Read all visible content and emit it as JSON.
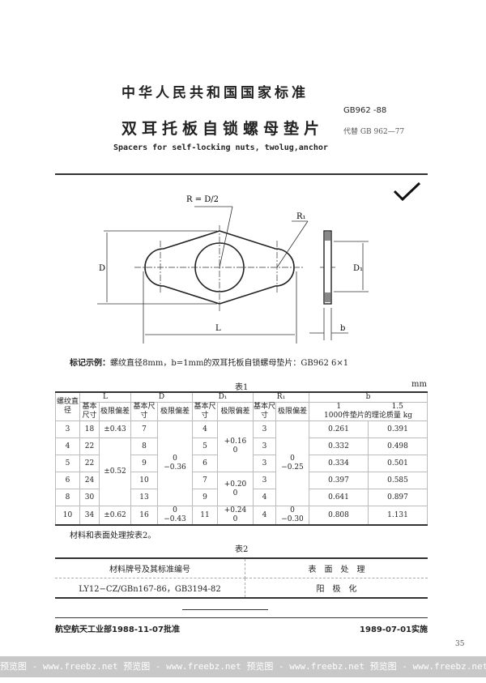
{
  "header": {
    "org": "中华人民共和国国家标准",
    "title": "双耳托板自锁螺母垫片",
    "title_en": "Spacers for self-locking nuts, twolug,anchor",
    "code": "GB962 -88",
    "replaces": "代替 GB 962—77"
  },
  "drawing": {
    "label_R": "R = D/2",
    "label_R1": "R₁",
    "label_D": "D",
    "label_D1": "D₁",
    "label_L": "L",
    "label_b": "b"
  },
  "example_note": {
    "label": "标记示例：",
    "text": "螺纹直径8mm，b=1mm的双耳托板自锁螺母垫片：GB962  6×1"
  },
  "table1": {
    "caption": "表1",
    "unit": "mm",
    "headers": {
      "thread": "螺纹直径",
      "L": "L",
      "D": "D",
      "D1": "D₁",
      "R1": "R₁",
      "b": "b",
      "basic": "基本尺寸",
      "tol": "极限偏差",
      "b1": "1",
      "b15": "1.5",
      "mass": "1000件垫片的理论质量 kg"
    },
    "rows": [
      {
        "d": "3",
        "L": "18",
        "D": "7",
        "D1": "4",
        "R1": "3",
        "m1": "0.261",
        "m15": "0.391"
      },
      {
        "d": "4",
        "L": "22",
        "D": "8",
        "D1": "5",
        "R1": "3",
        "m1": "0.332",
        "m15": "0.498"
      },
      {
        "d": "5",
        "L": "22",
        "D": "9",
        "D1": "6",
        "R1": "3",
        "m1": "0.334",
        "m15": "0.501"
      },
      {
        "d": "6",
        "L": "24",
        "D": "10",
        "D1": "7",
        "R1": "3",
        "m1": "0.397",
        "m15": "0.585"
      },
      {
        "d": "8",
        "L": "30",
        "D": "13",
        "D1": "9",
        "R1": "4",
        "m1": "0.641",
        "m15": "0.897"
      },
      {
        "d": "10",
        "L": "34",
        "D": "16",
        "D1": "11",
        "R1": "4",
        "m1": "0.808",
        "m15": "1.131"
      }
    ],
    "tol": {
      "L_a": "±0.43",
      "L_b": "±0.52",
      "L_c": "±0.62",
      "D_a_up": "0",
      "D_a_lo": "−0.36",
      "D_b_up": "0",
      "D_b_lo": "−0.43",
      "D1_a_up": "+0.16",
      "D1_a_lo": "0",
      "D1_b_up": "+0.20",
      "D1_b_lo": "0",
      "D1_c_up": "+0.24",
      "D1_c_lo": "0",
      "R1_a_up": "0",
      "R1_a_lo": "−0.25",
      "R1_b_up": "0",
      "R1_b_lo": "−0.30"
    }
  },
  "material_note": "材料和表面处理按表2。",
  "table2": {
    "caption": "表2",
    "col1": "材料牌号及其标准编号",
    "col2": "表　面　处　理",
    "val1": "LY12−CZ/GBn167-86，GB3194-82",
    "val2": "阳　极　化"
  },
  "watermark": "预览图 - www.freebz.net   预览图 - www.freebz.net   预览图 - www.freebz.net   预览图 - www.freebz.net",
  "footer": {
    "approved": "航空航天工业部1988-11-07批准",
    "effective": "1989-07-01实施",
    "page": "35"
  }
}
